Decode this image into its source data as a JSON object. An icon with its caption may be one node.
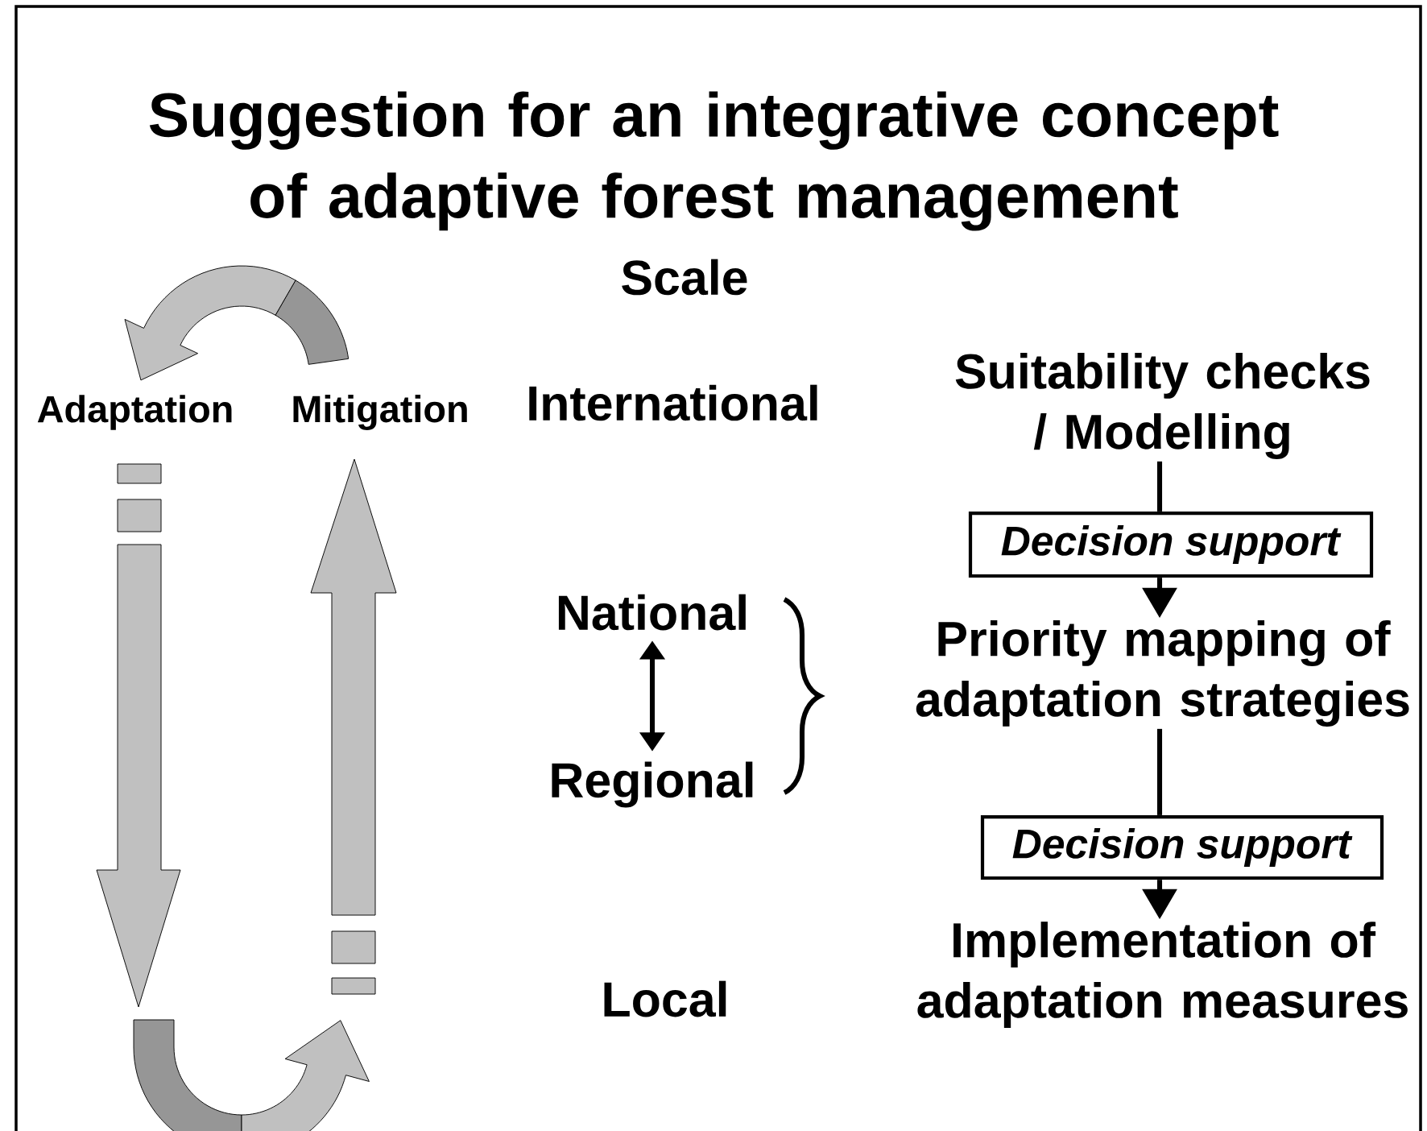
{
  "diagram": {
    "title": "Suggestion for an integrative concept of adaptive forest management",
    "nodes": [
      {
        "text": [
          "National"
        ]
      },
      {
        "text": [
          "Regional"
        ]
      },
      {
        "text": [
          "Suitability checks / Modelling"
        ]
      },
      {
        "text": [
          "*Decision support*"
        ]
      },
      {
        "text": [
          "Priority mapping of adaptation strategies"
        ]
      },
      {
        "text": [
          "*Decision support*"
        ]
      },
      {
        "text": [
          "Implementation of adaptation measures"
        ]
      }
    ],
    "edges": [
      {
        "from": 0,
        "to": 1,
        "arrow": "both"
      },
      {
        "from": 2,
        "to": 3,
        "arrow": "none"
      },
      {
        "from": 3,
        "to": 4,
        "arrow": "to"
      },
      {
        "from": 4,
        "to": 5,
        "arrow": "none"
      },
      {
        "from": 5,
        "to": 6,
        "arrow": "to"
      }
    ],
    "labels": [
      "Scale",
      "Adaptation",
      "Mitigation",
      "International",
      "Local"
    ]
  }
}
